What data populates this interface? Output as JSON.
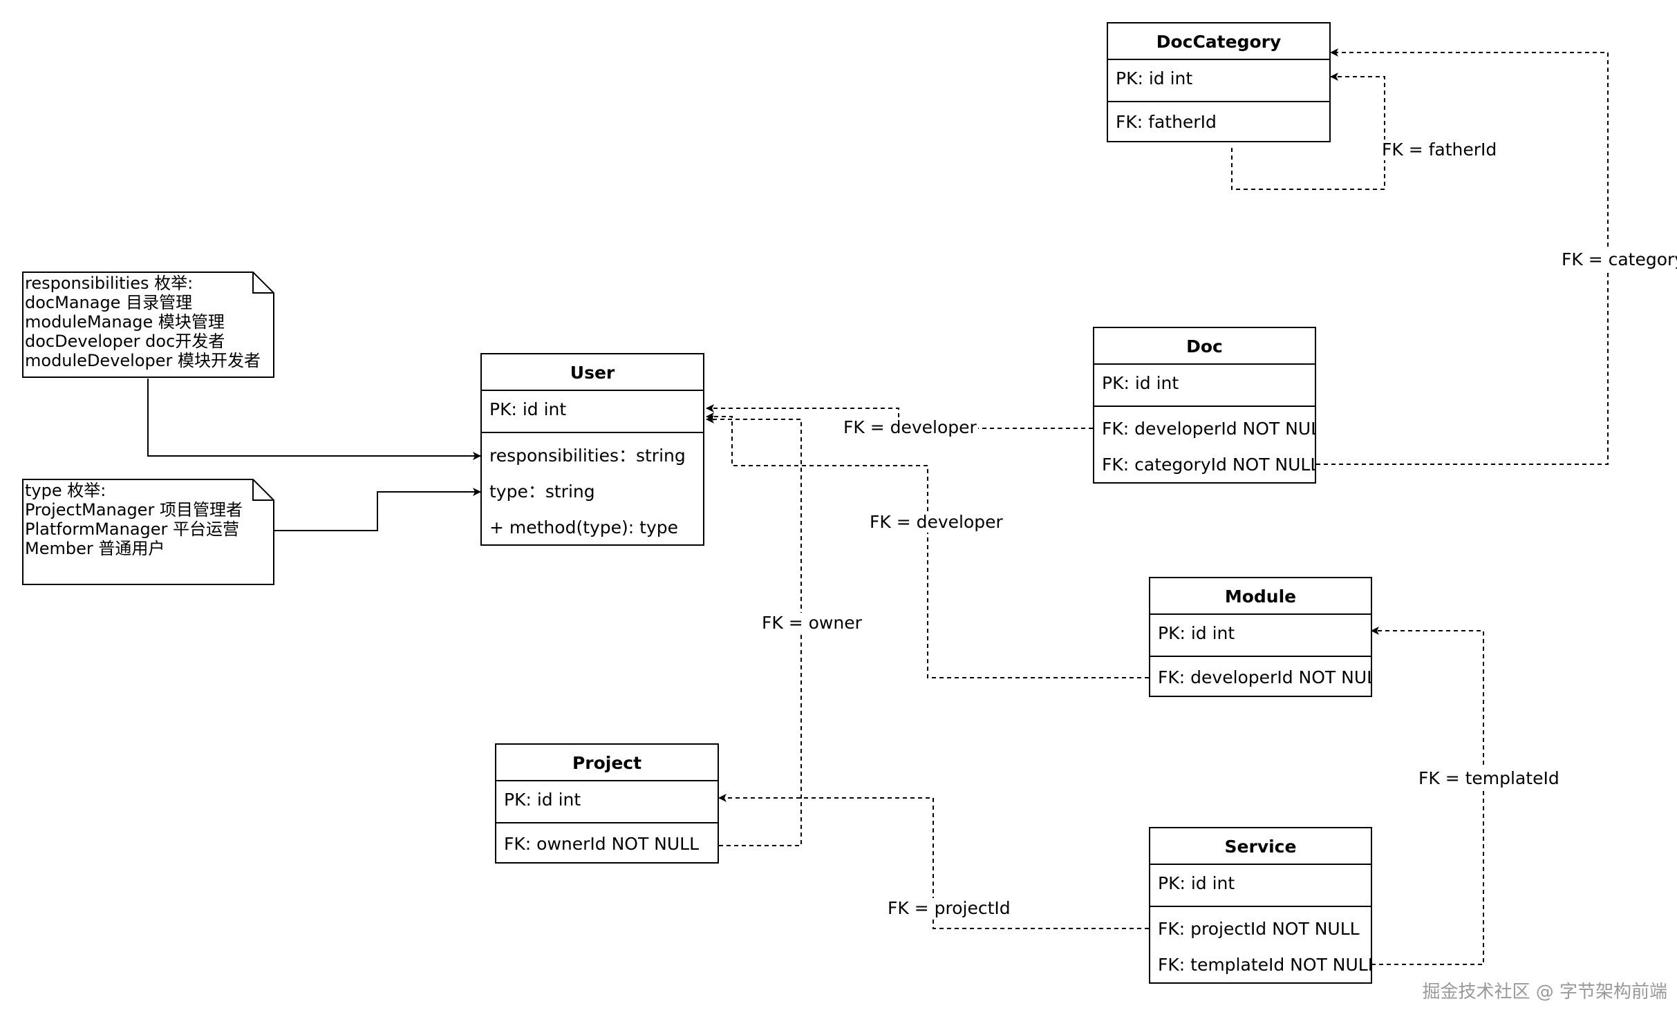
{
  "entities": {
    "doccategory": {
      "title": "DocCategory",
      "rows": [
        "PK: id int",
        "FK: fatherId"
      ]
    },
    "doc": {
      "title": "Doc",
      "rows": [
        "PK:  id int",
        "FK:  developerId NOT NULL",
        "FK:  categoryId NOT NULL"
      ]
    },
    "user": {
      "title": "User",
      "rows": [
        "PK: id int",
        "responsibilities：string",
        "type：string",
        "+ method(type): type"
      ]
    },
    "module": {
      "title": "Module",
      "rows": [
        "PK: id int",
        "FK: developerId NOT NULL"
      ]
    },
    "project": {
      "title": "Project",
      "rows": [
        "PK: id int",
        "FK: ownerId NOT NULL"
      ]
    },
    "service": {
      "title": "Service",
      "rows": [
        "PK: id int",
        "FK: projectId NOT NULL",
        "FK: templateId NOT NULL"
      ]
    }
  },
  "notes": {
    "responsibilities": [
      "responsibilities 枚举:",
      "docManage 目录管理",
      "moduleManage 模块管理",
      "docDeveloper doc开发者",
      "moduleDeveloper 模块开发者"
    ],
    "type": [
      "type 枚举:",
      "ProjectManager 项目管理者",
      "PlatformManager 平台运营",
      "Member 普通用户"
    ]
  },
  "edges": {
    "fatherId": "FK = fatherId",
    "category": "FK = category",
    "doc_developer": "FK = developer",
    "module_developer": "FK = developer",
    "owner": "FK = owner",
    "templateId": "FK = templateId",
    "projectId": "FK = projectId"
  },
  "watermark": "掘金技术社区 @ 字节架构前端"
}
